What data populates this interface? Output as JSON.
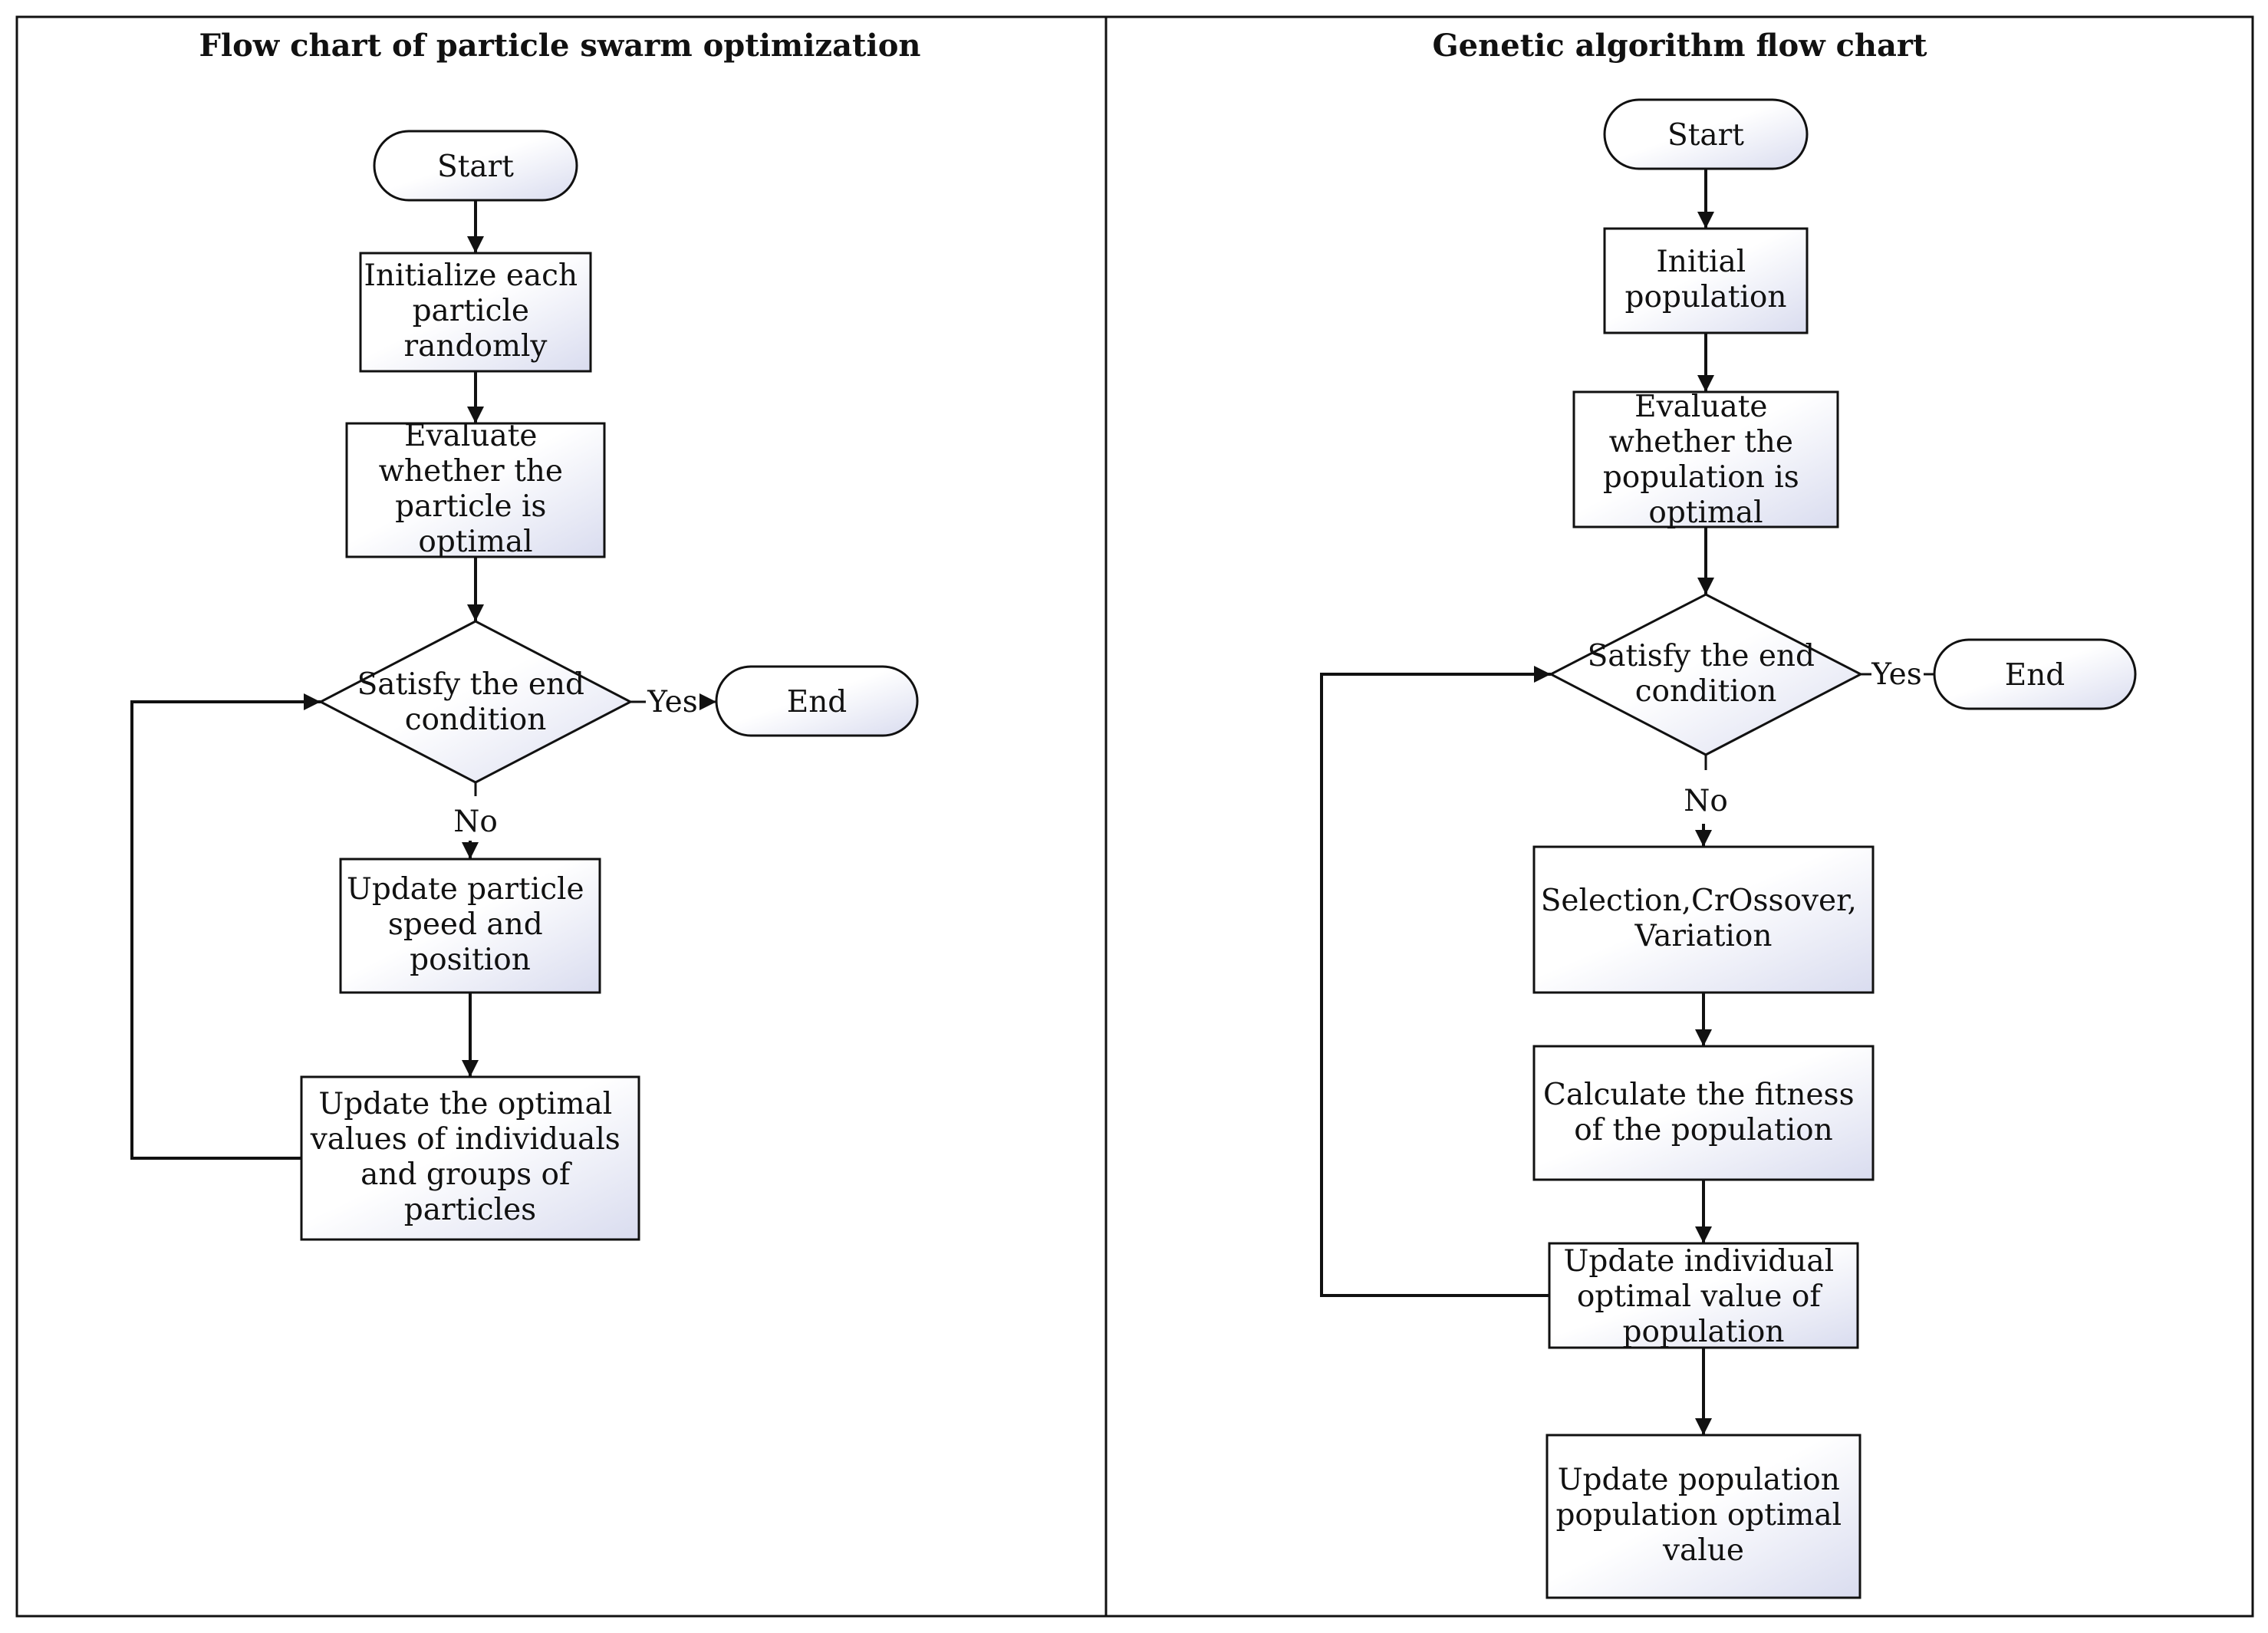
{
  "left_panel": {
    "title": "Flow chart of particle swarm optimization",
    "start": "Start",
    "init": [
      "Initialize each",
      "particle",
      "randomly"
    ],
    "evaluate": [
      "Evaluate",
      "whether the",
      "particle is",
      "optimal"
    ],
    "decision": [
      "Satisfy the end",
      "condition"
    ],
    "yes": "Yes",
    "end": "End",
    "no": "No",
    "update_speed": [
      "Update particle",
      "speed and",
      "position"
    ],
    "update_optimal": [
      "Update the optimal",
      "values of individuals",
      "and groups of",
      "particles"
    ]
  },
  "right_panel": {
    "title": "Genetic algorithm flow chart",
    "start": "Start",
    "init": [
      "Initial",
      "population"
    ],
    "evaluate": [
      "Evaluate",
      "whether the",
      "population is",
      "optimal"
    ],
    "decision": [
      "Satisfy the end",
      "condition"
    ],
    "yes": "Yes",
    "end": "End",
    "no": "No",
    "selection": [
      "Selection,CrOssover,",
      "Variation"
    ],
    "fitness": [
      "Calculate the fitness",
      "of the population"
    ],
    "update_individual": [
      "Update individual",
      "optimal value of",
      "population"
    ],
    "update_population": [
      "Update population",
      "population optimal",
      "value"
    ]
  },
  "colors": {
    "stroke": "#111111",
    "node_fill_light": "#ffffff",
    "node_fill_dark": "#d9dcef"
  }
}
